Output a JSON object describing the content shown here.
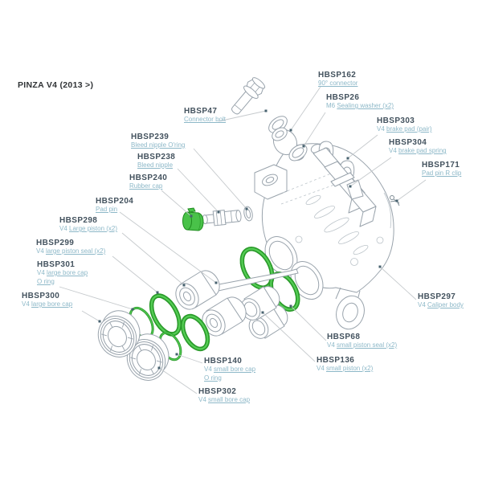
{
  "title": "PINZA V4 (2013 >)",
  "colors": {
    "accent_green": "#3cb43c",
    "part_code_text": "#43525e",
    "part_desc_text": "#8db8c8",
    "drawing_line": "#99a3ac",
    "leader_line": "#c6cacd",
    "marker_dot": "#47626f"
  },
  "labels": [
    {
      "code": "HBSP47",
      "prefix": "",
      "desc": "Connector bolt"
    },
    {
      "code": "HBSP162",
      "prefix": "",
      "desc": "90° connector"
    },
    {
      "code": "HBSP26",
      "prefix": "M6 ",
      "desc": "Sealing washer (x2)"
    },
    {
      "code": "HBSP303",
      "prefix": "V4 ",
      "desc": "brake pad (pair)"
    },
    {
      "code": "HBSP304",
      "prefix": "V4 ",
      "desc": "brake pad spring"
    },
    {
      "code": "HBSP171",
      "prefix": "",
      "desc": "Pad pin R clip"
    },
    {
      "code": "HBSP239",
      "prefix": "",
      "desc": "Bleed nipple O'ring"
    },
    {
      "code": "HBSP238",
      "prefix": "",
      "desc": "Bleed nipple"
    },
    {
      "code": "HBSP240",
      "prefix": "",
      "desc": "Rubber cap"
    },
    {
      "code": "HBSP204",
      "prefix": "",
      "desc": "Pad pin"
    },
    {
      "code": "HBSP298",
      "prefix": "V4 ",
      "desc": "Large piston (x2)"
    },
    {
      "code": "HBSP299",
      "prefix": "V4 ",
      "desc": "large piston seal (x2)"
    },
    {
      "code": "HBSP301",
      "prefix": "V4 ",
      "desc": "large bore cap",
      "desc2": "O ring"
    },
    {
      "code": "HBSP300",
      "prefix": "V4 ",
      "desc": "large bore cap"
    },
    {
      "code": "HBSP297",
      "prefix": "V4 ",
      "desc": "Caliper body"
    },
    {
      "code": "HBSP68",
      "prefix": "V4 ",
      "desc": "small piston seal (x2)"
    },
    {
      "code": "HBSP136",
      "prefix": "V4 ",
      "desc": "small piston (x2)"
    },
    {
      "code": "HBSP140",
      "prefix": "V4 ",
      "desc": "small bore cap",
      "desc2": "O ring"
    },
    {
      "code": "HBSP302",
      "prefix": "V4 ",
      "desc": "small bore cap"
    }
  ]
}
